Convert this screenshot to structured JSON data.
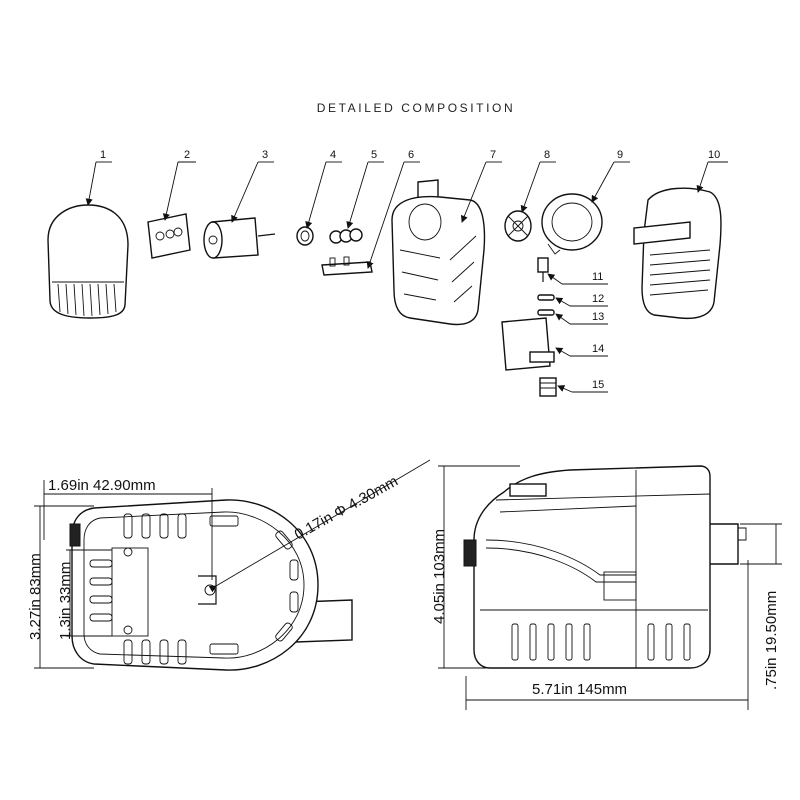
{
  "title": "DETAILED COMPOSITION",
  "parts": [
    "1",
    "2",
    "3",
    "4",
    "5",
    "6",
    "7",
    "8",
    "9",
    "10",
    "11",
    "12",
    "13",
    "14",
    "15"
  ],
  "dimensions": {
    "top_width": "1.69in  42.90mm",
    "hole_diameter": "0.17in  Φ 4.30mm",
    "top_height": "3.27in  83mm",
    "inner_height": "1.3in  33mm",
    "side_height": "4.05in  103mm",
    "side_length": "5.71in  145mm",
    "outlet_height": ".75in  19.50mm"
  }
}
